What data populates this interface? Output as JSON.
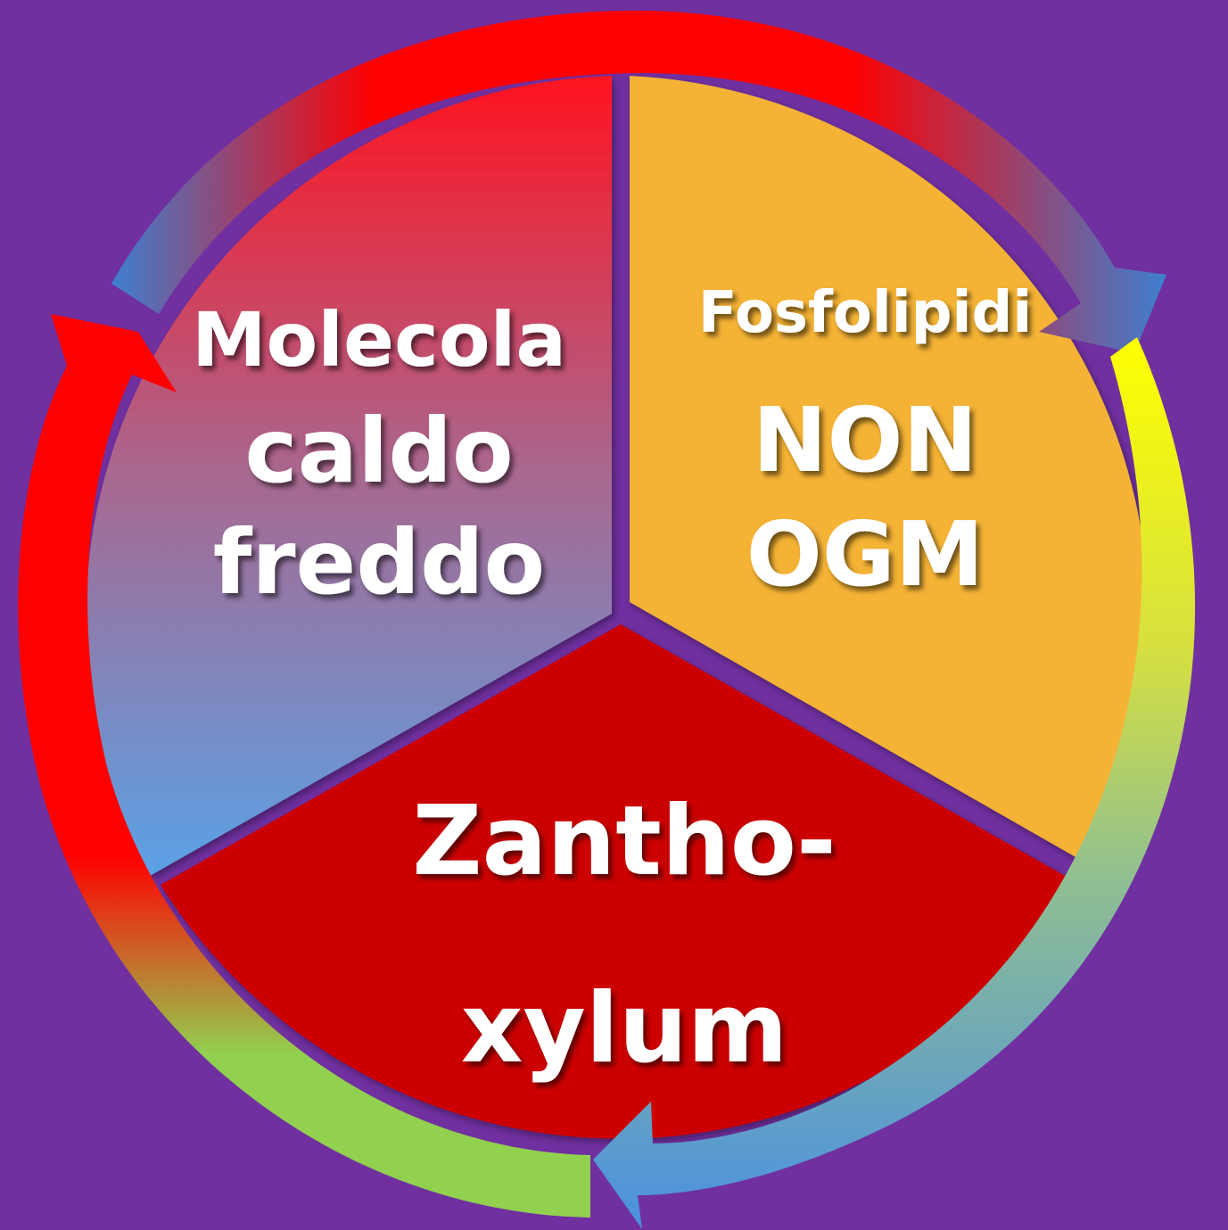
{
  "background_color": "#7030a0",
  "segments": [
    {
      "id": "left",
      "lines": [
        "Molecola",
        "caldo",
        "freddo"
      ],
      "gradient_colors": [
        "#ff1420",
        "#a86890",
        "#5aa2e6"
      ]
    },
    {
      "id": "right",
      "lines": [
        "Fosfolipidi",
        "NON",
        "OGM"
      ],
      "gradient_colors": [
        "#f5b335",
        "#f5b335"
      ]
    },
    {
      "id": "bottom",
      "lines": [
        "Zantho-",
        "xylum"
      ],
      "gradient_colors": [
        "#d40a0a",
        "#c80000"
      ]
    }
  ],
  "arrows": [
    {
      "id": "top-arrow",
      "colors": [
        "#ff0000",
        "#3e7fd0"
      ]
    },
    {
      "id": "right-arrow",
      "colors": [
        "#ffff00",
        "#92d050",
        "#4a90e0"
      ]
    },
    {
      "id": "left-arrow",
      "colors": [
        "#ff0000",
        "#92d050"
      ]
    }
  ]
}
